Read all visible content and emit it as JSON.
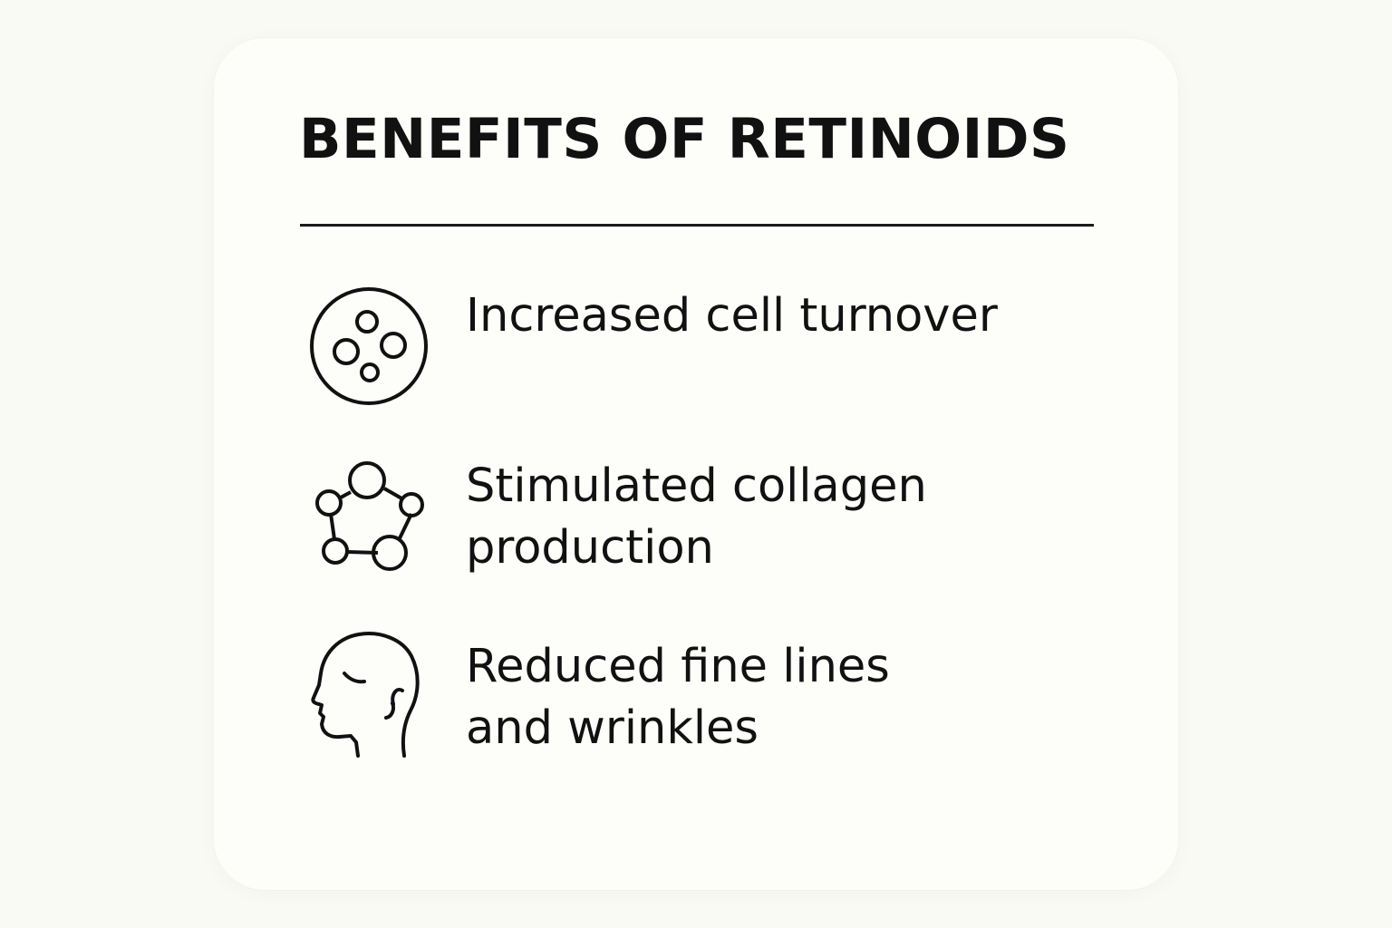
{
  "title": "BENEFITS OF RETINOIDS",
  "colors": {
    "background": "#fafaf5",
    "card": "#fdfdfa",
    "text": "#111111",
    "icon_stroke": "#111111"
  },
  "benefits": [
    {
      "icon": "cell-icon",
      "lines": [
        "Increased cell turnover"
      ]
    },
    {
      "icon": "collagen-network-icon",
      "lines": [
        "Stimulated collagen",
        "production"
      ]
    },
    {
      "icon": "face-profile-icon",
      "lines": [
        "Reduced fine lines",
        "and wrinkles"
      ]
    }
  ]
}
